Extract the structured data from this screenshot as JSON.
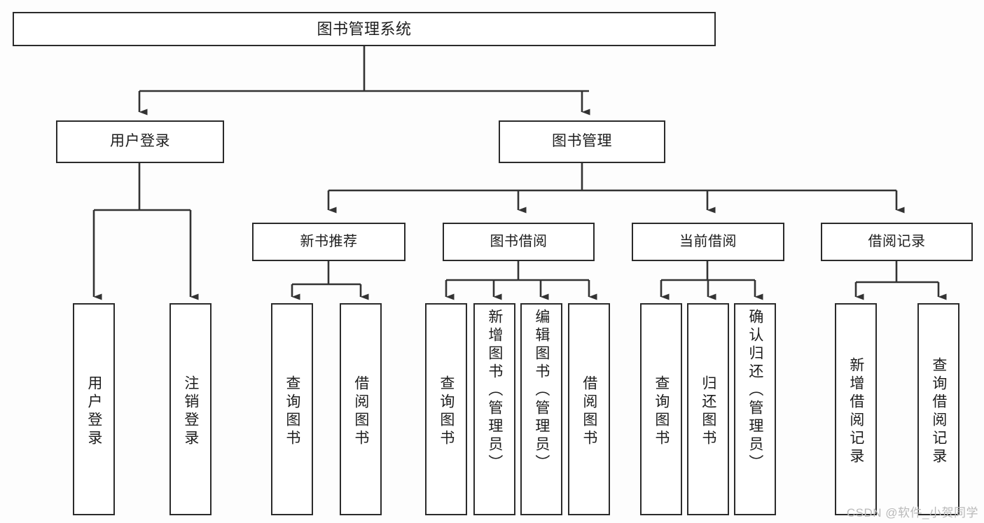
{
  "diagram": {
    "title": "图书管理系统",
    "type": "hierarchy-tree",
    "watermark": "CSDN @软件_小贺同学",
    "colors": {
      "background": "#fdfdfd",
      "box_fill": "#ffffff",
      "box_border": "#2b2b2b",
      "connector": "#333333",
      "text": "#1d1d1d",
      "watermark": "#b9b9b9"
    },
    "root": {
      "label": "图书管理系统"
    },
    "level2": [
      {
        "label": "用户登录"
      },
      {
        "label": "图书管理"
      }
    ],
    "level3": [
      {
        "label": "新书推荐"
      },
      {
        "label": "图书借阅"
      },
      {
        "label": "当前借阅"
      },
      {
        "label": "借阅记录"
      }
    ],
    "leaves": {
      "user_login": [
        {
          "label": "用户登录"
        },
        {
          "label": "注销登录"
        }
      ],
      "new_book_recommend": [
        {
          "label": "查询图书"
        },
        {
          "label": "借阅图书"
        }
      ],
      "book_borrow": [
        {
          "label": "查询图书"
        },
        {
          "label": "新增图书（管理员）"
        },
        {
          "label": "编辑图书（管理员）"
        },
        {
          "label": "借阅图书"
        }
      ],
      "current_borrow": [
        {
          "label": "查询图书"
        },
        {
          "label": "归还图书"
        },
        {
          "label": "确认归还（管理员）"
        }
      ],
      "borrow_record": [
        {
          "label": "新增借阅记录"
        },
        {
          "label": "查询借阅记录"
        }
      ]
    }
  }
}
